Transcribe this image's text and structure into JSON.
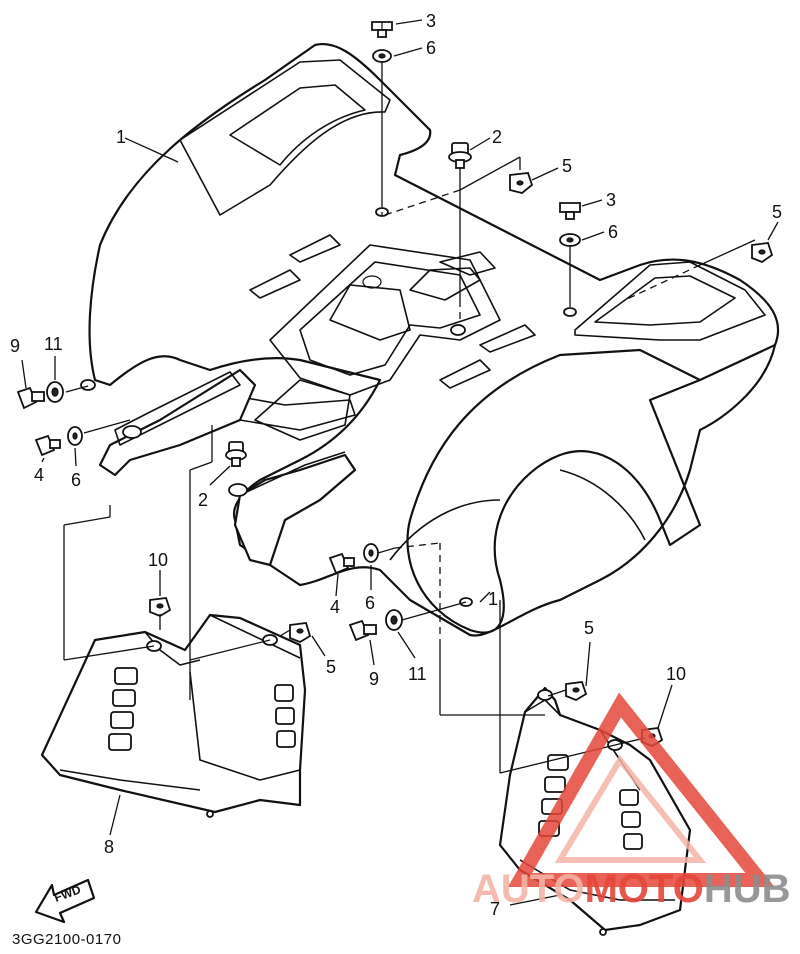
{
  "diagram": {
    "drawing_code": "3GG2100-0170",
    "direction_marker": "FWD",
    "callouts": {
      "c1_left": "1",
      "c1_right": "1",
      "c2_top": "2",
      "c2_lower": "2",
      "c3_top": "3",
      "c3_mid": "3",
      "c4_left": "4",
      "c4_center": "4",
      "c5_top": "5",
      "c5_right": "5",
      "c5_center": "5",
      "c5_lower": "5",
      "c6_top": "6",
      "c6_mid": "6",
      "c6_left": "6",
      "c6_center": "6",
      "c7": "7",
      "c8": "8",
      "c9_left": "9",
      "c9_center": "9",
      "c10_left": "10",
      "c10_right": "10",
      "c11_left": "11",
      "c11_center": "11"
    }
  },
  "watermark": {
    "part1": "AUTO",
    "part2": "MOTO",
    "part3": "HUB",
    "color_light": "#f5b4a6",
    "color_red": "#e4473a",
    "color_gray": "#8d8d8d"
  }
}
